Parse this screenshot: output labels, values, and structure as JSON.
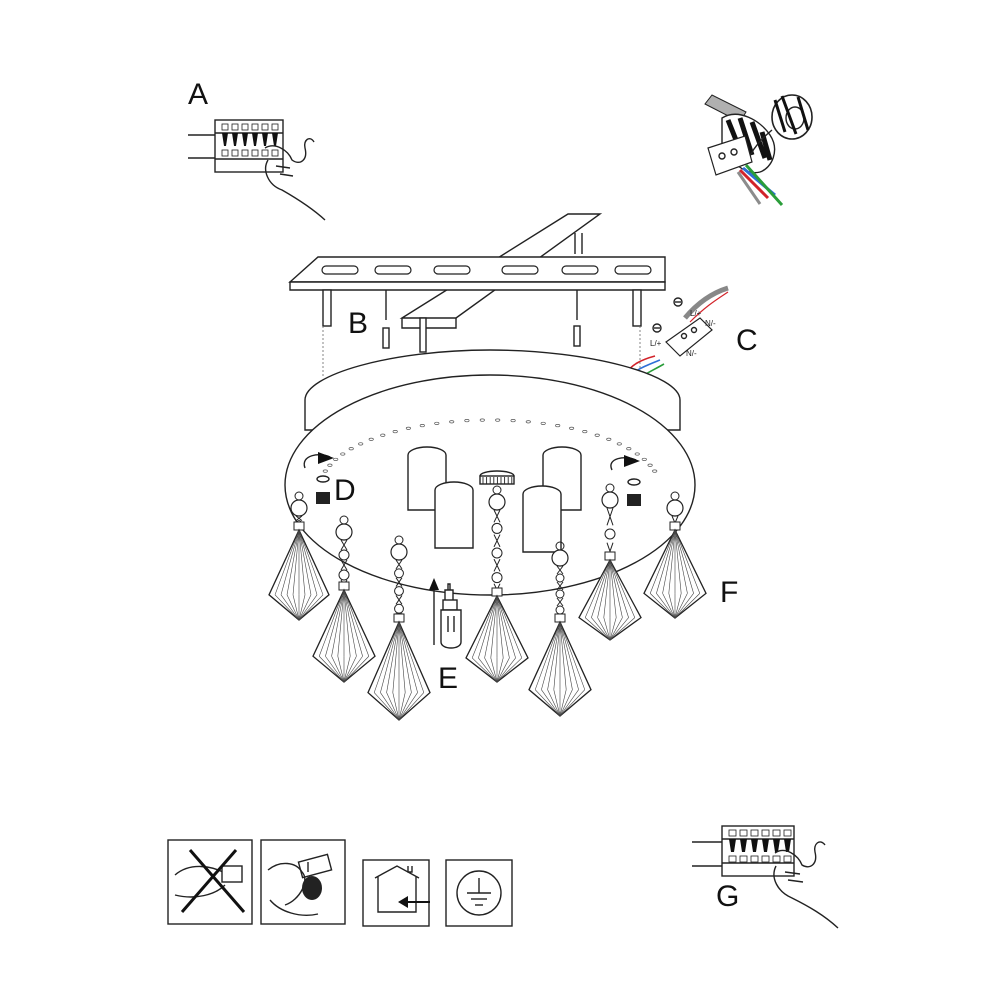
{
  "step_labels": {
    "a": "A",
    "b": "B",
    "c": "C",
    "d": "D",
    "e": "E",
    "f": "F",
    "g": "G"
  },
  "wiring_terminals": {
    "l": "L/+",
    "n": "N/-"
  },
  "icons": {
    "no_touch_bulb": "no-bare-hand-bulb-icon",
    "glove_bulb": "gloved-hand-bulb-icon",
    "indoor_use": "indoor-use-house-icon",
    "earth": "protective-earth-icon",
    "terminal_block": "terminal-block-icon",
    "insulation_tape": "insulation-tape-icon"
  },
  "colors": {
    "line": "#222222",
    "wire_red": "#d2232a",
    "wire_blue": "#2e6fd6",
    "wire_green": "#2a9d3a",
    "wire_grey": "#8c8c8c"
  }
}
